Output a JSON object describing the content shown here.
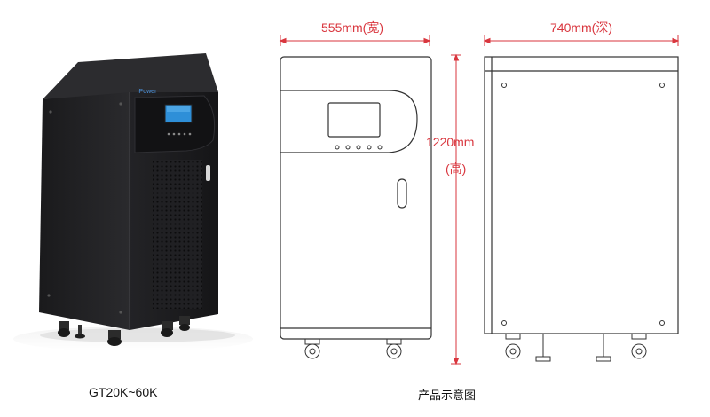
{
  "product": {
    "model_caption": "GT20K~60K",
    "brand_logo_text": "iPower"
  },
  "diagram": {
    "caption": "产品示意图",
    "width_label": "555mm(宽)",
    "depth_label": "740mm(深)",
    "height_label_line1": "1220mm",
    "height_label_line2": "(高)"
  },
  "colors": {
    "dimension_line": "#d9363e",
    "outline": "#333333",
    "cabinet_dark": "#1c1c1e",
    "screen": "#2e8fd8"
  },
  "icons": [
    "caster-wheel-icon",
    "leveling-foot-icon",
    "door-handle-icon",
    "screw-hole-icon"
  ]
}
